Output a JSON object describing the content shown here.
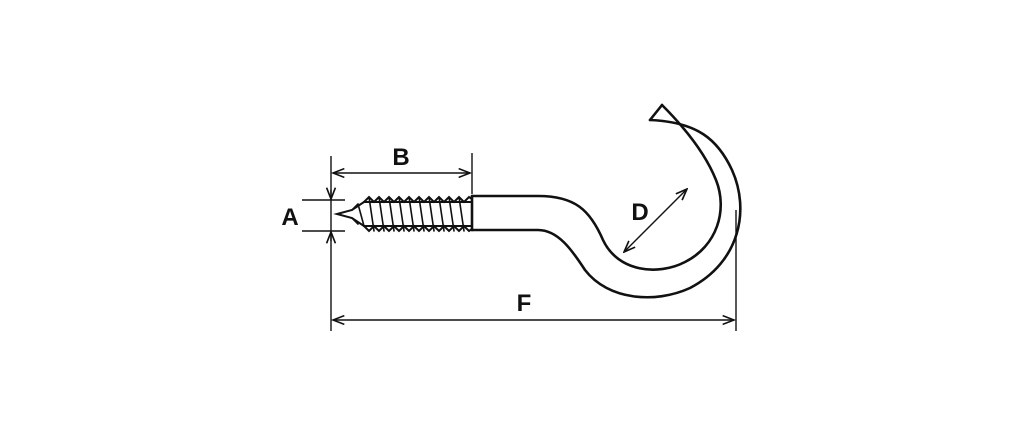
{
  "labels": {
    "a": "A",
    "b": "B",
    "d": "D",
    "f": "F"
  },
  "colors": {
    "line": "#111111",
    "background": "#ffffff"
  }
}
